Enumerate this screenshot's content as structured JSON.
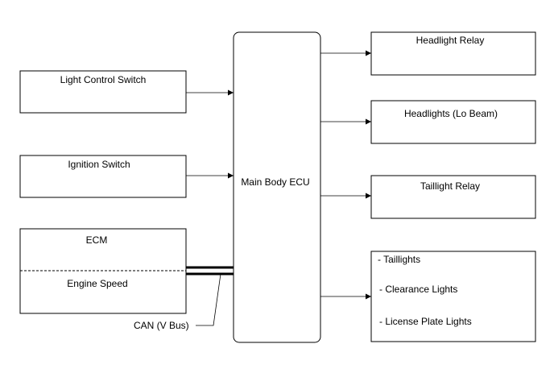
{
  "inputs": {
    "light_control_switch": "Light Control Switch",
    "ignition_switch": "Ignition Switch",
    "ecm": {
      "title": "ECM",
      "signal": "Engine Speed"
    }
  },
  "center": {
    "label": "Main Body ECU"
  },
  "bus": {
    "label": "CAN (V Bus)"
  },
  "outputs": {
    "headlight_relay": "Headlight Relay",
    "headlights_lo_beam": "Headlights (Lo Beam)",
    "taillight_relay": "Taillight Relay",
    "lights": [
      "- Taillights",
      "- Clearance Lights",
      "- License Plate Lights"
    ]
  }
}
